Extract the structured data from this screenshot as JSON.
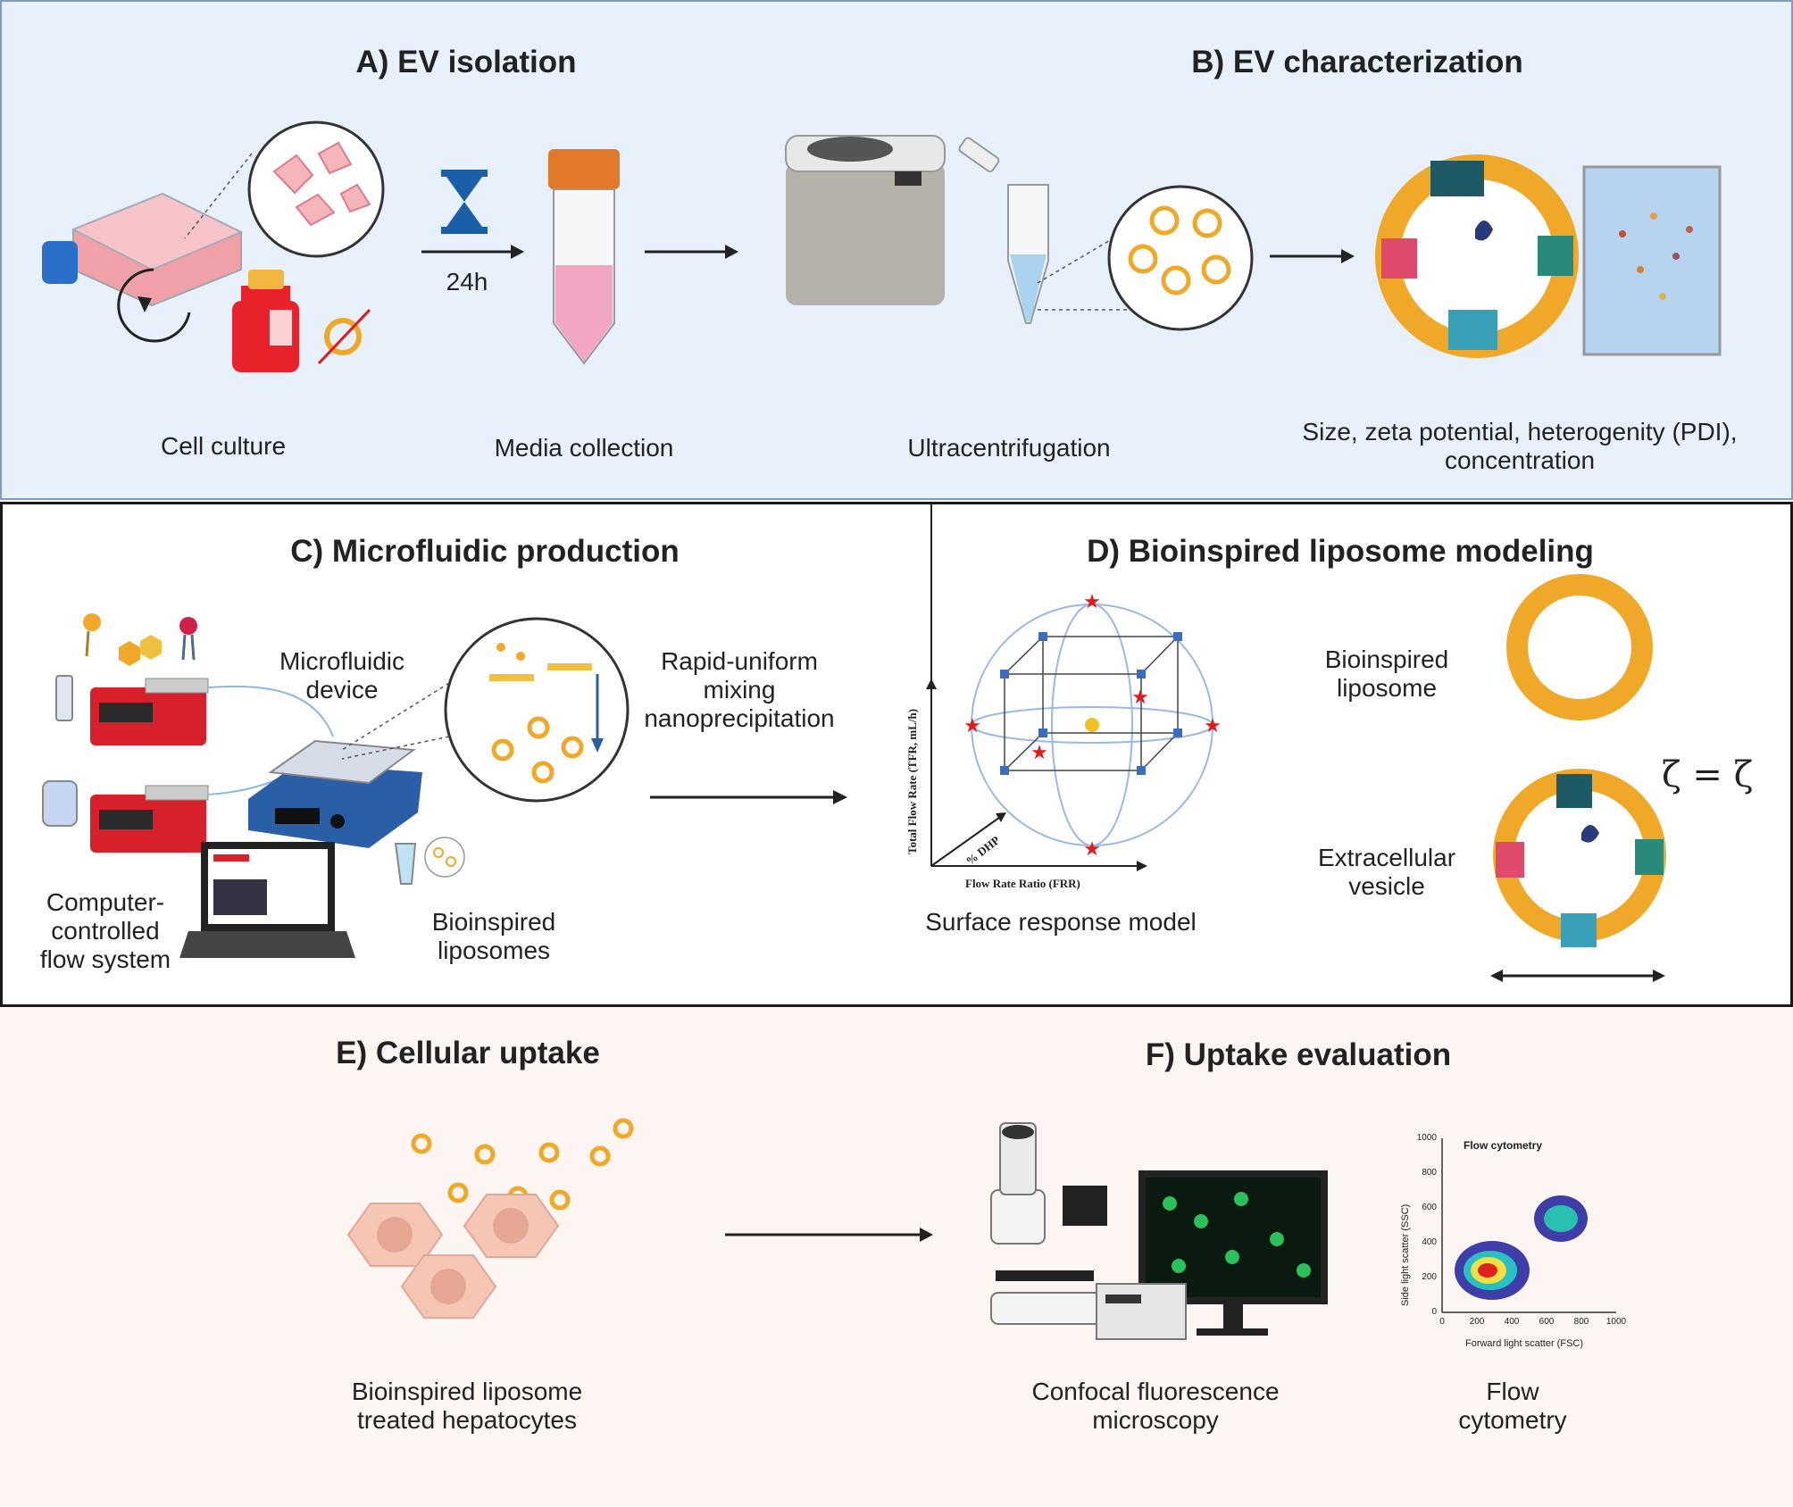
{
  "panel_a": {
    "title": "A) EV isolation",
    "time_label": "24h",
    "cap_cell_culture": "Cell culture",
    "cap_media_collection": "Media collection"
  },
  "panel_b": {
    "title": "B) EV characterization",
    "cap_ultracentrifugation": "Ultracentrifugation",
    "cap_characterization_line1": "Size, zeta potential, heterogenity (PDI),",
    "cap_characterization_line2": "concentration"
  },
  "panel_c": {
    "title": "C) Microfluidic production",
    "device_line1": "Microfluidic",
    "device_line2": "device",
    "mixing_line1": "Rapid-uniform",
    "mixing_line2": "mixing",
    "mixing_line3": "nanoprecipitation",
    "computer_line1": "Computer-",
    "computer_line2": "controlled",
    "computer_line3": "flow system",
    "liposomes_line1": "Bioinspired",
    "liposomes_line2": "liposomes"
  },
  "panel_d": {
    "title": "D) Bioinspired liposome modeling",
    "y_axis_label": "Total Flow Rate (TFR, mL/h)",
    "x_axis_label": "Flow Rate Ratio (FRR)",
    "z_axis_label": "% DHP",
    "cap_surface_response": "Surface response model",
    "liposome_line1": "Bioinspired",
    "liposome_line2": "liposome",
    "ev_line1": "Extracellular",
    "ev_line2": "vesicle",
    "zeta_equation": "ζ = ζ"
  },
  "panel_e": {
    "title": "E) Cellular uptake",
    "cap_line1": "Bioinspired liposome",
    "cap_line2": "treated hepatocytes"
  },
  "panel_f": {
    "title": "F) Uptake evaluation",
    "cap_confocal_line1": "Confocal fluorescence",
    "cap_confocal_line2": "microscopy",
    "cap_flow_line1": "Flow",
    "cap_flow_line2": "cytometry",
    "plot_title": "Flow cytometry",
    "plot_xlabel": "Forward light scatter (FSC)",
    "plot_ylabel": "Side light scatter (SSC)",
    "plot_xticks": [
      "0",
      "200",
      "400",
      "600",
      "800",
      "1000"
    ],
    "plot_yticks": [
      "0",
      "200",
      "400",
      "600",
      "800",
      "1000"
    ]
  },
  "colors": {
    "panel_ab_bg": "#e7f0fb",
    "panel_ef_bg": "#fdf5f1",
    "liposome_orange": "#f0a828",
    "star_red": "#e01a1a",
    "node_blue": "#3a6cc0"
  }
}
